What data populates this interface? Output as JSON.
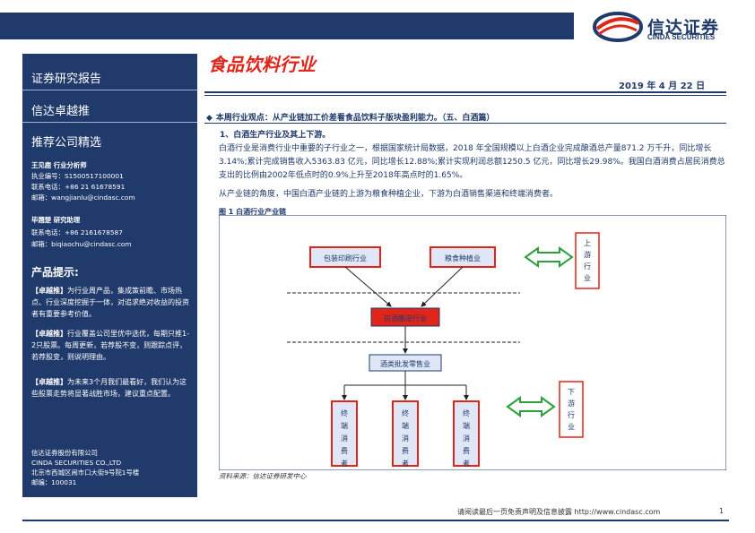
{
  "brand": {
    "name_cn": "信达证券",
    "name_en": "CINDA SECURITIES",
    "color": "#1f3a6b",
    "accent": "#e0251b"
  },
  "sidebar": {
    "report_type": "证券研究报告",
    "column": "信达卓越推",
    "section": "推荐公司精选",
    "analyst1": {
      "name_title": "王见鹿 行业分析师",
      "license": "执业编号：S1500517100001",
      "phone": "联系电话：+86 21 61678591",
      "email": "邮箱：wangjianlu@cindasc.com"
    },
    "analyst2": {
      "name_title": "毕翘楚 研究助理",
      "phone": "联系电话：+86 2161678587",
      "email": "邮箱：biqiaochu@cindasc.com"
    },
    "tips_title": "产品提示:",
    "tips": [
      {
        "tag": "【卓越推】",
        "text": "为行业周产品，集成策前瞻、市场热点、行业深度挖掘于一体，对追求绝对收益的投资者有重要参考价值。"
      },
      {
        "tag": "【卓越推】",
        "text": "行业覆盖公司里优中选优，每期只推1-2只股票。每周更新，若荐股不变，则跟踪点评，若荐股变，则说明理由。"
      },
      {
        "tag": "【卓越推】",
        "text": "为未来3个月我们最看好，我们认为这些股票走势将显著战胜市场，建议重点配置。"
      }
    ],
    "company": {
      "name_cn": "信达证券股份有限公司",
      "name_en": "CINDA SECURITIES CO.,LTD",
      "address": "北京市西城区闹市口大街9号院1号楼",
      "postcode": "邮编：100031"
    }
  },
  "header": {
    "title": "食品饮料行业",
    "date": "2019 年 4 月 22 日"
  },
  "content": {
    "viewpoint": "本周行业观点：从产业链加工价差看食品饮料子版块盈利能力。（五、白酒篇）",
    "subheading": "1、白酒生产行业及其上下游。",
    "para1": "白酒行业是消费行业中重要的子行业之一，根据国家统计局数据，2018 年全国规模以上白酒企业完成酿酒总产量871.2 万千升，同比增长3.14%;累计完成销售收入5363.83 亿元，同比增长12.88%;累计实现利润总额1250.5 亿元，同比增长29.98%。我国白酒消费占居民消费总支出的比例由2002年低点时的0.9%上升至2018年高点时的1.65%。",
    "para2": "从产业链的角度，中国白酒产业链的上游为粮食种植企业，下游为白酒销售渠道和终端消费者。",
    "figure_title": "图 1 白酒行业产业链",
    "source": "资料来源：信达证券研发中心"
  },
  "diagram": {
    "box_packaging": "包装印刷行业",
    "box_grain": "粮食种植业",
    "box_baijiu": "白酒酿造行业",
    "box_wholesale": "酒类批发零售业",
    "consumers": [
      "终端消费者",
      "终端消费者",
      "终端消费者"
    ],
    "upstream": "上游行业",
    "downstream": "下游行业"
  },
  "footer": {
    "disclaimer": "请阅读最后一页免责声明及信息披露 http://www.cindasc.com",
    "page": "1"
  }
}
